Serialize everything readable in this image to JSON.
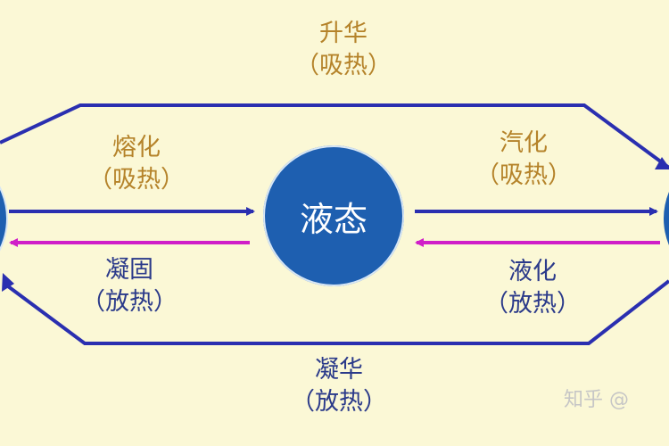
{
  "center_state": "液态",
  "sublimation": {
    "name": "升华",
    "heat": "（吸热）"
  },
  "deposition": {
    "name": "凝华",
    "heat": "（放热）"
  },
  "melting": {
    "name": "熔化",
    "heat": "（吸热）"
  },
  "solidification": {
    "name": "凝固",
    "heat": "（放热）"
  },
  "vaporization": {
    "name": "汽化",
    "heat": "（吸热）"
  },
  "liquefaction": {
    "name": "液化",
    "heat": "（放热）"
  },
  "watermark": "知乎 @",
  "colors": {
    "background": "#fbf8d6",
    "frame": "#2a2fb0",
    "absorb_arrow": "#2a2fb0",
    "release_arrow": "#d01fc8",
    "circle": "#1e5fb0",
    "absorb_text": "#b5832a",
    "release_text": "#2b3a8a"
  }
}
